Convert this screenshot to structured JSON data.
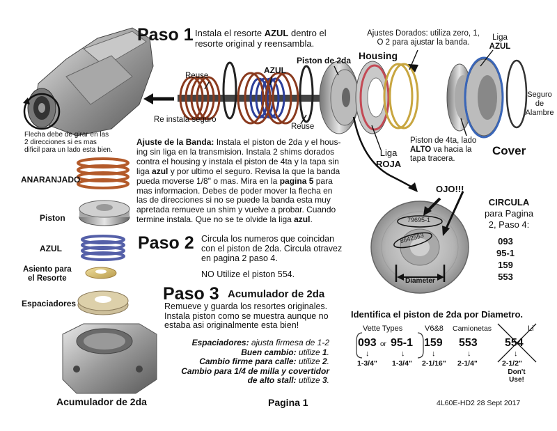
{
  "paso1": {
    "heading": "Paso 1",
    "line1_a": "Instala el resorte ",
    "line1_b": "AZUL",
    "line1_c": " dentro el",
    "line2": "resorte original y reensambla."
  },
  "top_labels": {
    "ajustes_1": "Ajustes Dorados: utiliza zero, 1,",
    "ajustes_2": "O 2 para ajustar la banda.",
    "liga": "Liga",
    "azul_top": "AZUL",
    "piston_2da": "Piston de 2da",
    "housing": "Housing",
    "azul_mid": "AZUL",
    "reuse_1": "Reuse",
    "reuse_2": "Reuse",
    "seguro_1": "Seguro",
    "seguro_2": "de",
    "seguro_3": "Alambre",
    "re_instala": "Re instala seguro",
    "flecha_1": "Flecha debe de girar en las",
    "flecha_2": "2 direcciones si es mas",
    "flecha_3": "dificil para un lado esta bien.",
    "piston4_1": "Piston de 4ta, lado",
    "piston4_2a": "ALTO",
    "piston4_2b": " va hacia la",
    "piston4_3": "tapa tracera.",
    "cover": "Cover",
    "liga_roja_1": "Liga",
    "liga_roja_2": "ROJA"
  },
  "ajuste": {
    "l1a": "Ajuste de la Banda:",
    "l1b": " Instala el piston de 2da y el hous-",
    "l2": "ing sin liga en la transmision. Instala 2 shims dorados",
    "l3": "contra el housing y instala el piston de 4ta y la tapa sin",
    "l4a": "liga ",
    "l4b": "azul",
    "l4c": " y por ultimo el seguro.  Revisa la que la banda",
    "l5a": "pueda moverse 1/8\" o mas.  Mira en la ",
    "l5b": "pagina 5",
    "l5c": " para",
    "l6": "mas informacion.  Debes de poder mover la flecha en",
    "l7": "las de direcciones si no se puede la banda esta muy",
    "l8": "apretada remueve un shim y vuelve a probar.  Cuando",
    "l9a": "termine instala.  Que no se te olvide la liga ",
    "l9b": "azul",
    "l9c": "."
  },
  "left_parts": {
    "anaranjado": "ANARANJADO",
    "piston": "Piston",
    "azul": "AZUL",
    "asiento_1": "Asiento para",
    "asiento_2": "el Resorte",
    "espaciadores": "Espaciadores",
    "acumulador": "Acumulador de 2da"
  },
  "paso2": {
    "heading": "Paso 2",
    "l1": "Circula los numeros que coincidan",
    "l2": "con el piston de 2da.  Circula otravez",
    "l3": "en pagina 2 paso 4.",
    "l4": "NO Utilize el piston 554."
  },
  "ojo": "OJO!!!",
  "piston_marks": {
    "num1": "79695-1",
    "num2": "8642553",
    "diameter": "Diameter"
  },
  "circula": {
    "l1": "CIRCULA",
    "l2": "para Pagina",
    "l3": "2, Paso 4:",
    "codes": [
      "093",
      "95-1",
      "159",
      "553"
    ]
  },
  "paso3": {
    "heading": "Paso 3",
    "sub": "Acumulador de 2da",
    "l1": "Remueve y guarda los resortes originales.",
    "l2": "Instala piston como se muestra aunque no",
    "l3": "estaba asi originalmente esta bien!",
    "e1a": "Espaciadores:",
    "e1b": " ajusta firmesa de 1-2",
    "e2a": "Buen cambio:",
    "e2b": " utilize ",
    "e2c": "1",
    "e2d": ".",
    "e3a": "Cambio firme para calle:",
    "e3b": " utilize ",
    "e3c": "2",
    "e3d": ".",
    "e4": "Cambio para 1/4 de milla y covertidor",
    "e5a": "de alto stall:",
    "e5b": " utilize ",
    "e5c": "3",
    "e5d": "."
  },
  "identifica": {
    "title": "Identifica el piston de 2da por Diametro.",
    "vette": "Vette Types",
    "v6": "V6&8",
    "camionetas": "Camionetas",
    "li": "Li",
    "code1": "093",
    "or": "or",
    "code2": "95-1",
    "code3": "159",
    "code4": "553",
    "code5": "554",
    "d1": "1-3/4\"",
    "d2": "1-3/4\"",
    "d3": "2-1/16\"",
    "d4": "2-1/4\"",
    "d5": "2-1/2\"",
    "dont1": "Don't",
    "dont2": "Use!",
    "arrow": "↓"
  },
  "footer": {
    "pagina": "Pagina 1",
    "ref": "4L60E-HD2  28 Sept 2017"
  }
}
